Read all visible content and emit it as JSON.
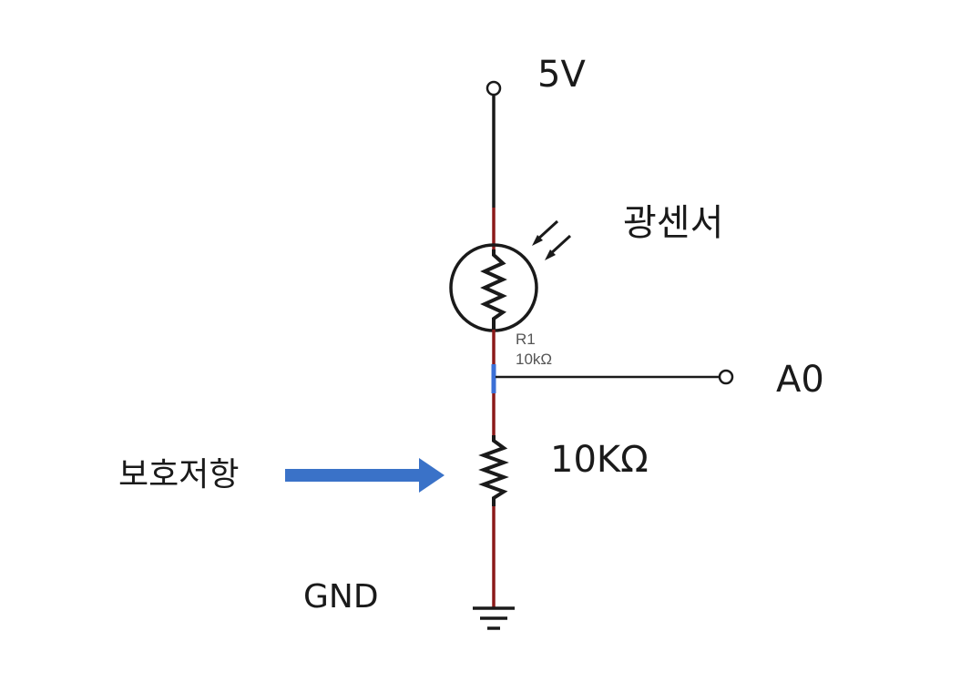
{
  "diagram": {
    "supply_label": "5V",
    "sensor_label": "광센서",
    "part_ref": "R1",
    "part_value": "10kΩ",
    "output_label": "A0",
    "resistor_label": "10KΩ",
    "arrow_label": "보호저항",
    "ground_label": "GND"
  },
  "colors": {
    "wire": "#1a1a1a",
    "wire_accent": "#8b1a1a",
    "node": "#3b6fd6",
    "arrow": "#3a72c8"
  }
}
